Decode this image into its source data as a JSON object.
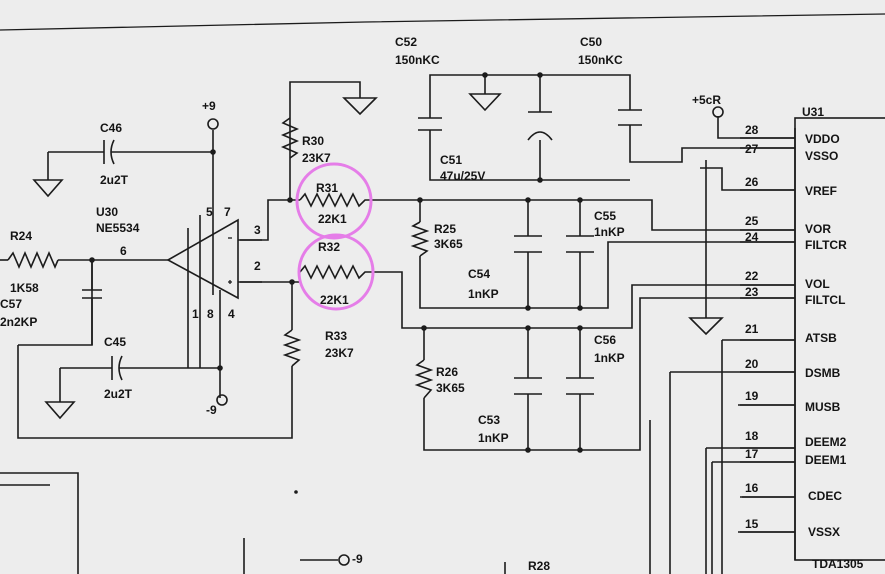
{
  "components": {
    "c52": {
      "ref": "C52",
      "value": "150nKC"
    },
    "c50": {
      "ref": "C50",
      "value": "150nKC"
    },
    "c51": {
      "ref": "C51",
      "value": "47u/25V"
    },
    "c46": {
      "ref": "C46",
      "value": "2u2T"
    },
    "c45": {
      "ref": "C45",
      "value": "2u2T"
    },
    "c57": {
      "ref": "C57",
      "value": "2n2KP"
    },
    "c55": {
      "ref": "C55",
      "value": "1nKP"
    },
    "c54": {
      "ref": "C54",
      "value": "1nKP"
    },
    "c56": {
      "ref": "C56",
      "value": "1nKP"
    },
    "c53": {
      "ref": "C53",
      "value": "1nKP"
    },
    "r30": {
      "ref": "R30",
      "value": "23K7"
    },
    "r31": {
      "ref": "R31",
      "value": "22K1"
    },
    "r32": {
      "ref": "R32",
      "value": "22K1"
    },
    "r33": {
      "ref": "R33",
      "value": "23K7"
    },
    "r25": {
      "ref": "R25",
      "value": "3K65"
    },
    "r26": {
      "ref": "R26",
      "value": "3K65"
    },
    "r24": {
      "ref": "R24",
      "value": "1K58"
    },
    "r28": {
      "ref": "R28"
    },
    "u30": {
      "ref": "U30",
      "value": "NE5534"
    },
    "u31": {
      "ref": "U31",
      "value": "TDA1305"
    }
  },
  "rails": {
    "plus9": "+9",
    "minus9": "-9",
    "plus5cr": "+5cR",
    "minus9b": "-9"
  },
  "u30_pins": {
    "p3": "3",
    "p2": "2",
    "p6": "6",
    "p5": "5",
    "p7": "7",
    "p1": "1",
    "p8": "8",
    "p4": "4"
  },
  "u31_pins": [
    {
      "num": "28",
      "name": "VDDO"
    },
    {
      "num": "27",
      "name": "VSSO"
    },
    {
      "num": "26",
      "name": "VREF"
    },
    {
      "num": "25",
      "name": "VOR"
    },
    {
      "num": "24",
      "name": "FILTCR"
    },
    {
      "num": "22",
      "name": "VOL"
    },
    {
      "num": "23",
      "name": "FILTCL"
    },
    {
      "num": "21",
      "name": "ATSB"
    },
    {
      "num": "20",
      "name": "DSMB"
    },
    {
      "num": "19",
      "name": "MUSB"
    },
    {
      "num": "18",
      "name": "DEEM2"
    },
    {
      "num": "17",
      "name": "DEEM1"
    },
    {
      "num": "16",
      "name": "CDEC"
    },
    {
      "num": "15",
      "name": "VSSX"
    }
  ],
  "highlight_color": "#e57de8"
}
